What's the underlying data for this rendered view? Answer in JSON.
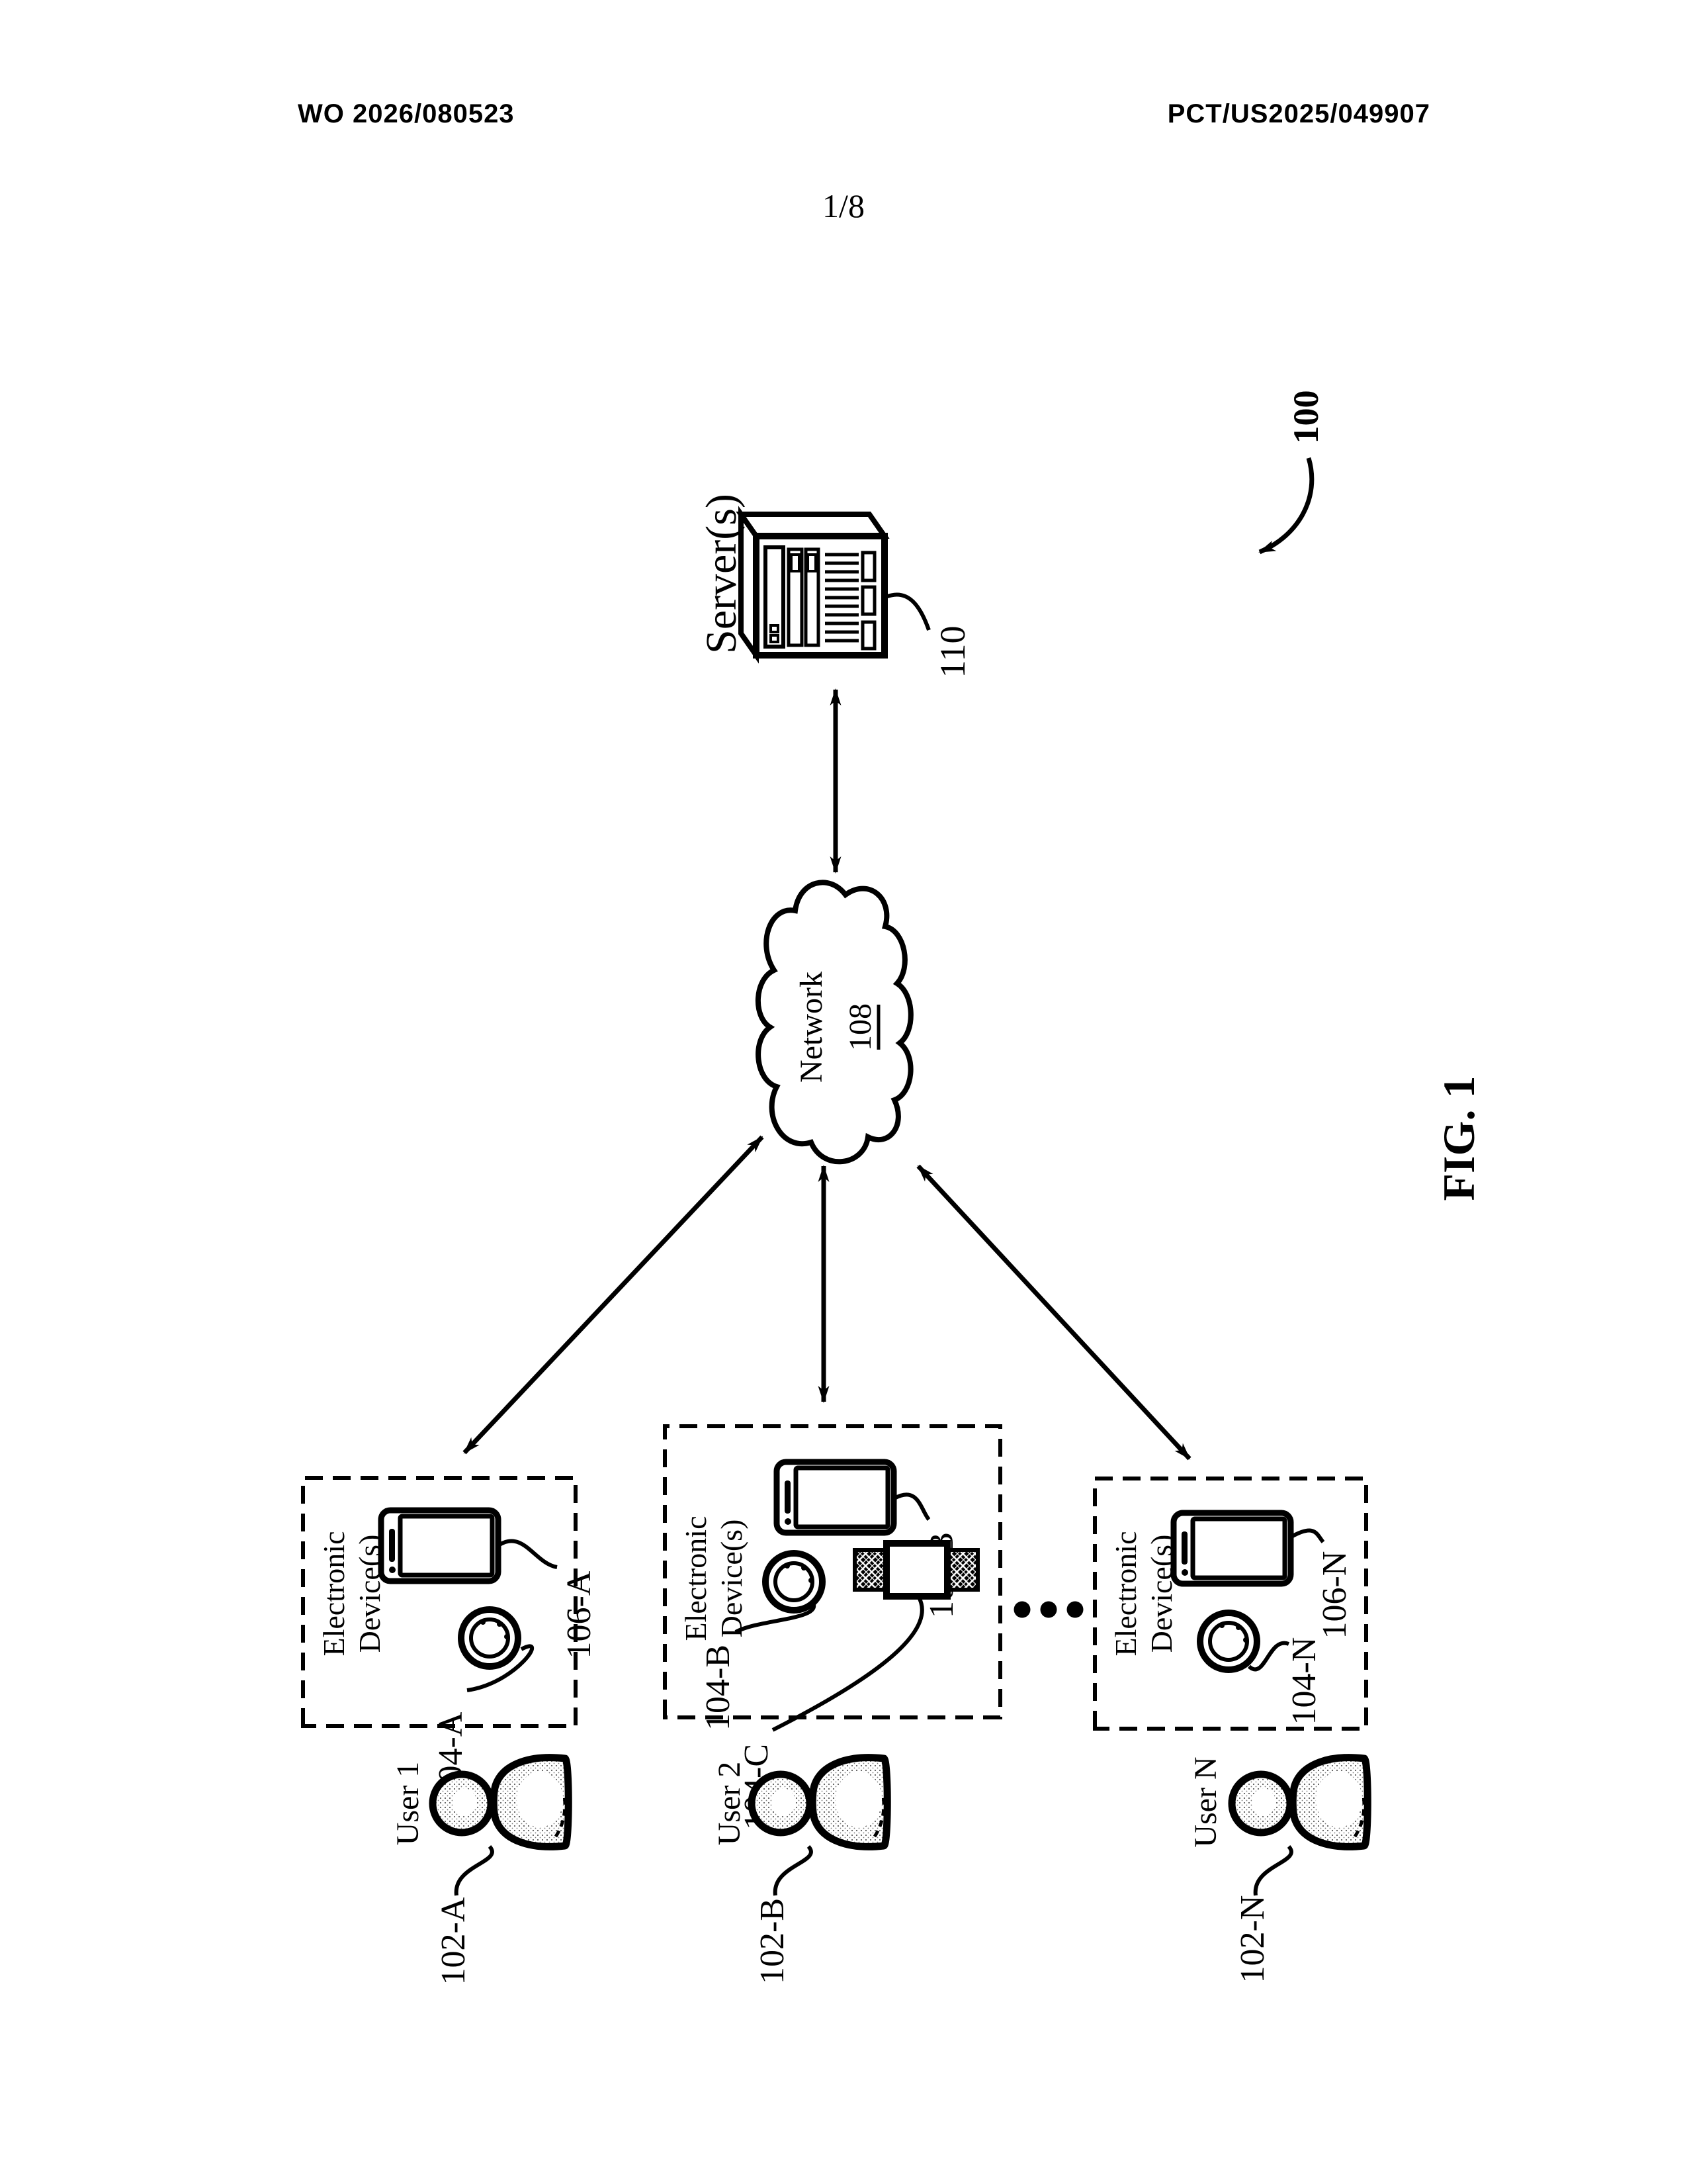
{
  "header": {
    "left_number": "WO 2026/080523",
    "right_number": "PCT/US2025/049907",
    "sheet_fraction": "1/8"
  },
  "figure": {
    "caption": "FIG. 1",
    "system_ref": "100"
  },
  "server": {
    "label": "Server(s)",
    "ref": "110"
  },
  "network": {
    "label": "Network",
    "ref": "108"
  },
  "device_groups": [
    {
      "title_lines": [
        "Electronic",
        "Device(s)"
      ],
      "phone_ref": "106-A",
      "ring_ref": "104-A",
      "user": {
        "name": "User 1",
        "ref": "102-A"
      }
    },
    {
      "title_lines": [
        "Electronic",
        "Device(s)"
      ],
      "phone_ref": "106-B",
      "ring_ref": "104-B",
      "watch_ref": "104-C",
      "user": {
        "name": "User 2",
        "ref": "102-B"
      }
    },
    {
      "title_lines": [
        "Electronic",
        "Device(s)"
      ],
      "phone_ref": "106-N",
      "ring_ref": "104-N",
      "user": {
        "name": "User N",
        "ref": "102-N"
      }
    }
  ],
  "ellipsis_symbol": "• • •",
  "colors": {
    "ink": "#000000",
    "paper": "#ffffff"
  }
}
